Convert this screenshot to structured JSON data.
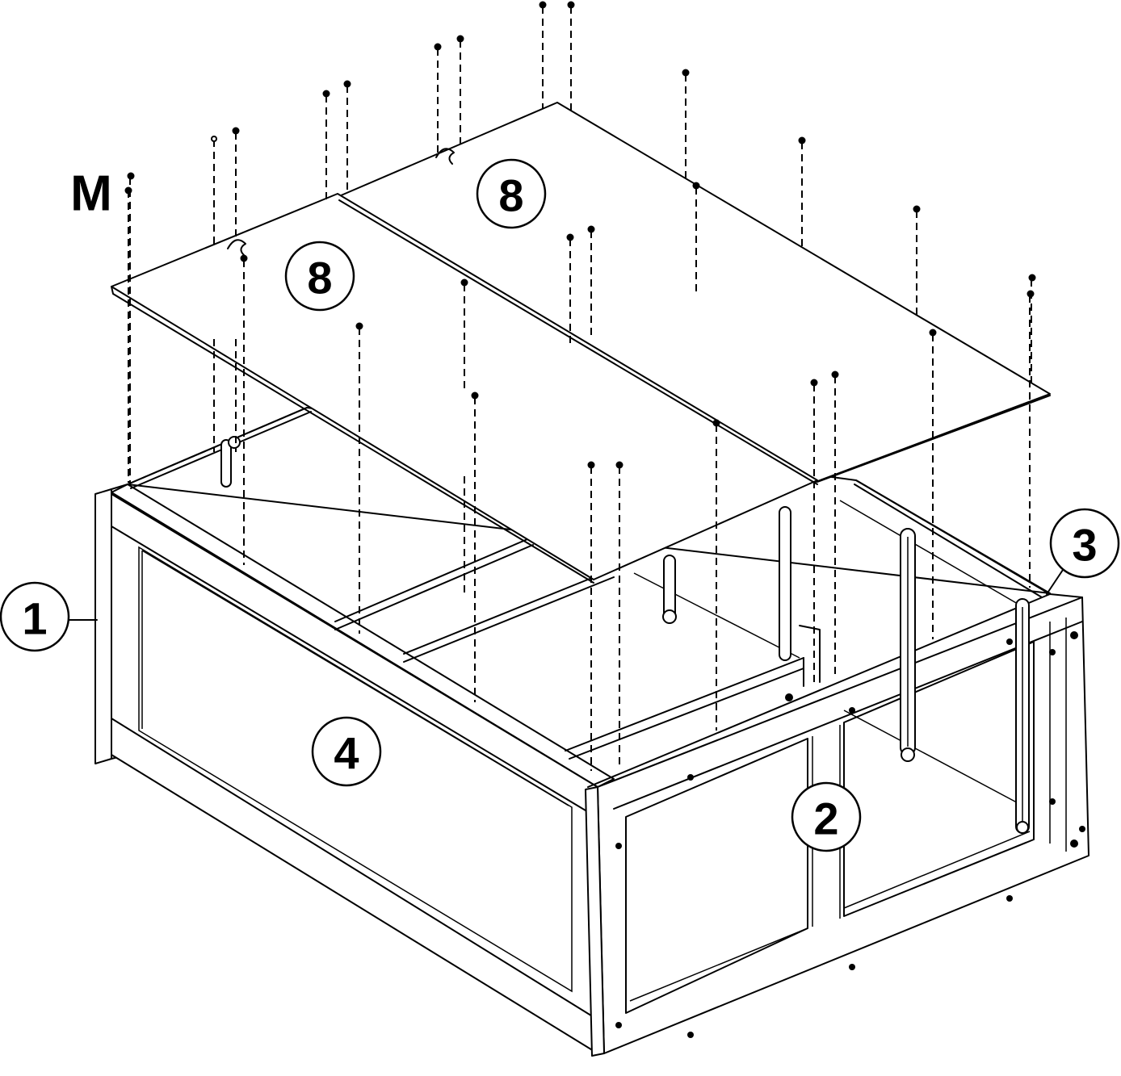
{
  "part_labels": {
    "m": "M",
    "p1": "1",
    "p2": "2",
    "p3": "3",
    "p4": "4",
    "p8_front": "8",
    "p8_back": "8"
  }
}
